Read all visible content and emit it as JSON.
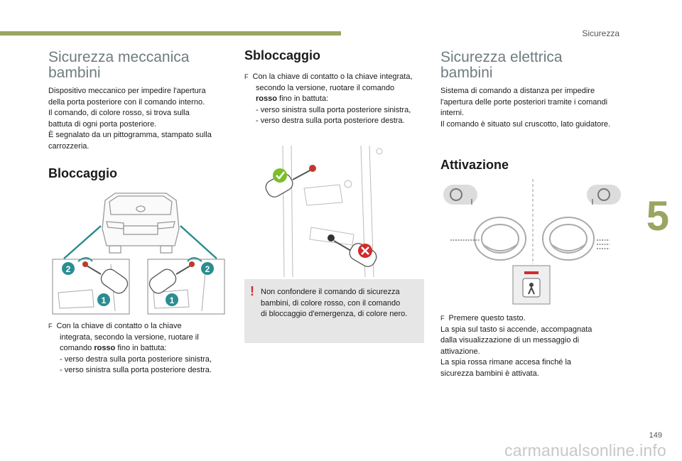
{
  "header": {
    "section": "Sicurezza",
    "chapter": "5",
    "page_number": "149",
    "watermark": "carmanualsonline.info"
  },
  "left": {
    "title_line1": "Sicurezza meccanica",
    "title_line2": "bambini",
    "intro": [
      "Dispositivo meccanico per impedire l'apertura",
      "della porta posteriore con il comando interno.",
      "Il comando, di colore rosso, si trova sulla",
      "battuta di ogni porta posteriore.",
      "È segnalato da un pittogramma, stampato sulla",
      "carrozzeria."
    ],
    "subtitle": "Bloccaggio",
    "bullet_mark": "F",
    "bullet": [
      "Con la chiave di contatto o la chiave",
      "integrata, secondo la versione, ruotare il"
    ],
    "bullet_l3_pre": "comando ",
    "bullet_l3_bold": "rosso",
    "bullet_l3_post": " fino in battuta:",
    "dash1": "-   verso destra sulla porta posteriore sinistra,",
    "dash2": "-   verso sinistra sulla porta posteriore destra.",
    "step_labels": [
      "2",
      "2",
      "1",
      "1"
    ]
  },
  "middle": {
    "subtitle": "Sbloccaggio",
    "bullet_mark": "F",
    "bullet": [
      "Con la chiave di contatto o la chiave integrata,",
      "secondo la versione, ruotare il comando"
    ],
    "bullet_l3_bold": "rosso",
    "bullet_l3_post": " fino in battuta:",
    "dash1": "-   verso sinistra sulla porta posteriore sinistra,",
    "dash2": "-   verso destra sulla porta posteriore destra.",
    "warning_icon": "!",
    "warning": [
      "Non confondere il comando di sicurezza",
      "bambini, di colore rosso, con il comando",
      "di bloccaggio d'emergenza, di colore nero."
    ]
  },
  "right": {
    "title_line1": "Sicurezza elettrica",
    "title_line2": "bambini",
    "intro": [
      "Sistema di comando a distanza per impedire",
      "l'apertura delle porte posteriori tramite i comandi",
      "interni.",
      "Il comando è situato sul cruscotto, lato guidatore."
    ],
    "subtitle": "Attivazione",
    "bullet_mark": "F",
    "bullet_first": "Premere questo tasto.",
    "text": [
      "La spia sul tasto si accende, accompagnata",
      "dalla visualizzazione di un messaggio di",
      "attivazione.",
      "La spia rossa rimane accesa finché la",
      "sicurezza bambini è attivata."
    ]
  },
  "colors": {
    "accent": "#9ba561",
    "title_grey": "#6f7b80",
    "teal": "#2a8d91",
    "red": "#d12b2b",
    "green": "#7cbd2a"
  }
}
